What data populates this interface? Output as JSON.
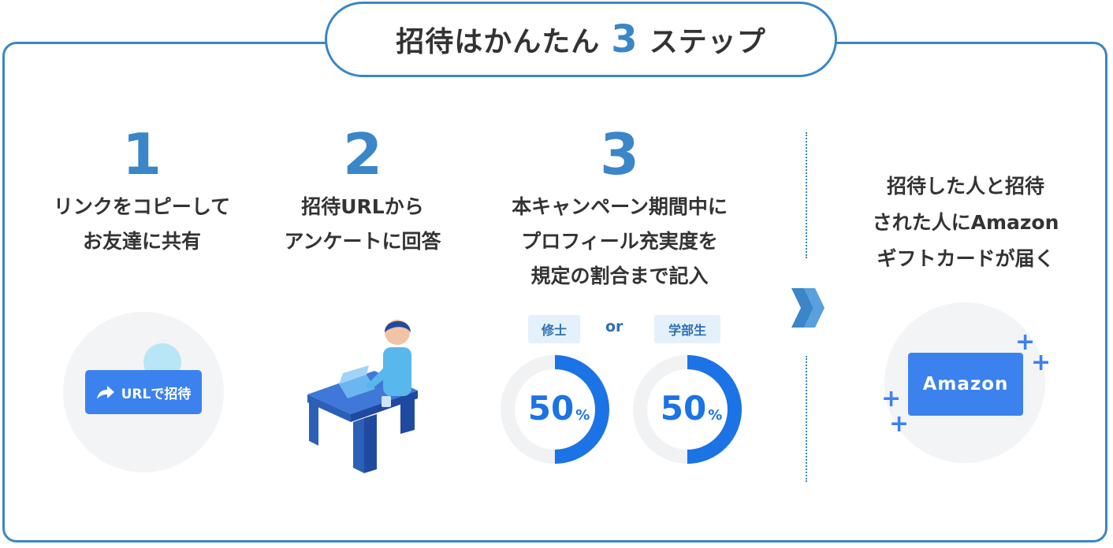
{
  "title": {
    "prefix": "招待はかんたん",
    "number": "3",
    "suffix": "ステップ"
  },
  "steps": [
    {
      "number": "1",
      "text": "リンクをコピーして\nお友達に共有",
      "button_label": "URLで招待"
    },
    {
      "number": "2",
      "text": "招待URLから\nアンケートに回答"
    },
    {
      "number": "3",
      "text": "本キャンペーン期間中に\nプロフィール充実度を\n規定の割合まで記入",
      "options": [
        {
          "label": "修士",
          "value": "50",
          "unit": "%"
        },
        {
          "label": "学部生",
          "value": "50",
          "unit": "%"
        }
      ],
      "separator": "or"
    }
  ],
  "reward": {
    "text": "招待した人と招待\nされた人にAmazon\nギフトカードが届く",
    "card_label": "Amazon"
  },
  "colors": {
    "accent": "#3a86c8",
    "button": "#3b82ee",
    "donut": "#1b73e6"
  },
  "icons": [
    "share-arrow-icon",
    "double-chevron-right-icon",
    "plus-sparkle-icon"
  ]
}
